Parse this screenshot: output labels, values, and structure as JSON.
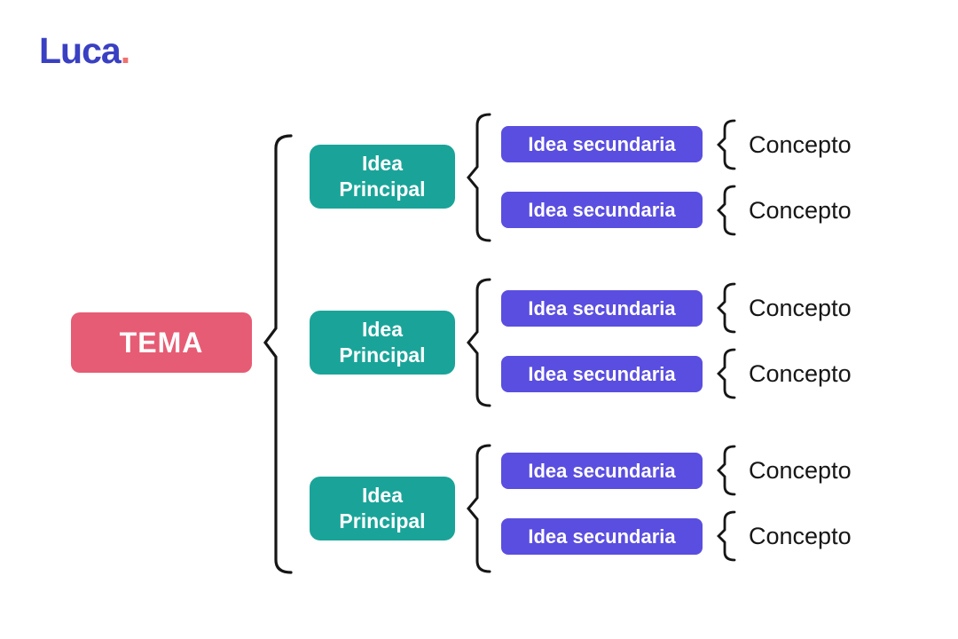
{
  "logo": {
    "text": "Luca",
    "dot": "."
  },
  "colors": {
    "logo_blue": "#3a40c2",
    "logo_dot_coral": "#f0716f",
    "tema_pink": "#e65c74",
    "principal_teal": "#1aa499",
    "secundaria_purple": "#5a4ee0",
    "brace_black": "#161616",
    "background": "#ffffff"
  },
  "diagram": {
    "root": {
      "label": "TEMA"
    },
    "branches": [
      {
        "label": "Idea Principal",
        "children": [
          {
            "label": "Idea secundaria",
            "concept": "Concepto"
          },
          {
            "label": "Idea secundaria",
            "concept": "Concepto"
          }
        ]
      },
      {
        "label": "Idea Principal",
        "children": [
          {
            "label": "Idea secundaria",
            "concept": "Concepto"
          },
          {
            "label": "Idea secundaria",
            "concept": "Concepto"
          }
        ]
      },
      {
        "label": "Idea Principal",
        "children": [
          {
            "label": "Idea secundaria",
            "concept": "Concepto"
          },
          {
            "label": "Idea secundaria",
            "concept": "Concepto"
          }
        ]
      }
    ]
  }
}
